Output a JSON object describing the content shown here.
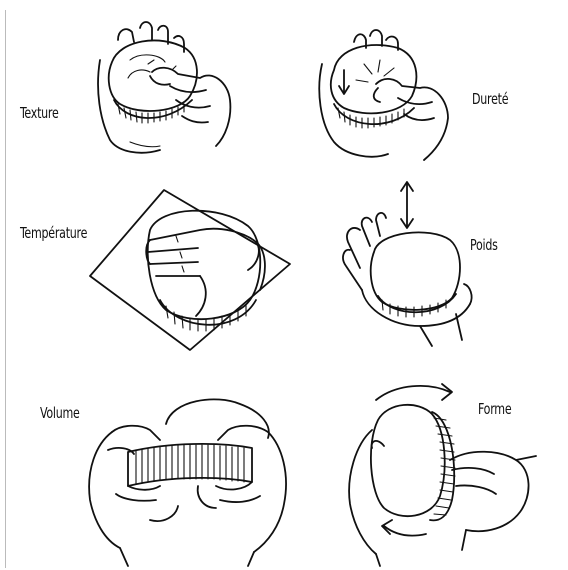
{
  "panels": [
    {
      "id": "texture",
      "label": "Texture"
    },
    {
      "id": "durete",
      "label": "Dureté"
    },
    {
      "id": "temperature",
      "label": "Température"
    },
    {
      "id": "poids",
      "label": "Poids"
    },
    {
      "id": "volume",
      "label": "Volume"
    },
    {
      "id": "forme",
      "label": "Forme"
    }
  ],
  "colors": {
    "ink": "#111111",
    "background": "#ffffff"
  }
}
